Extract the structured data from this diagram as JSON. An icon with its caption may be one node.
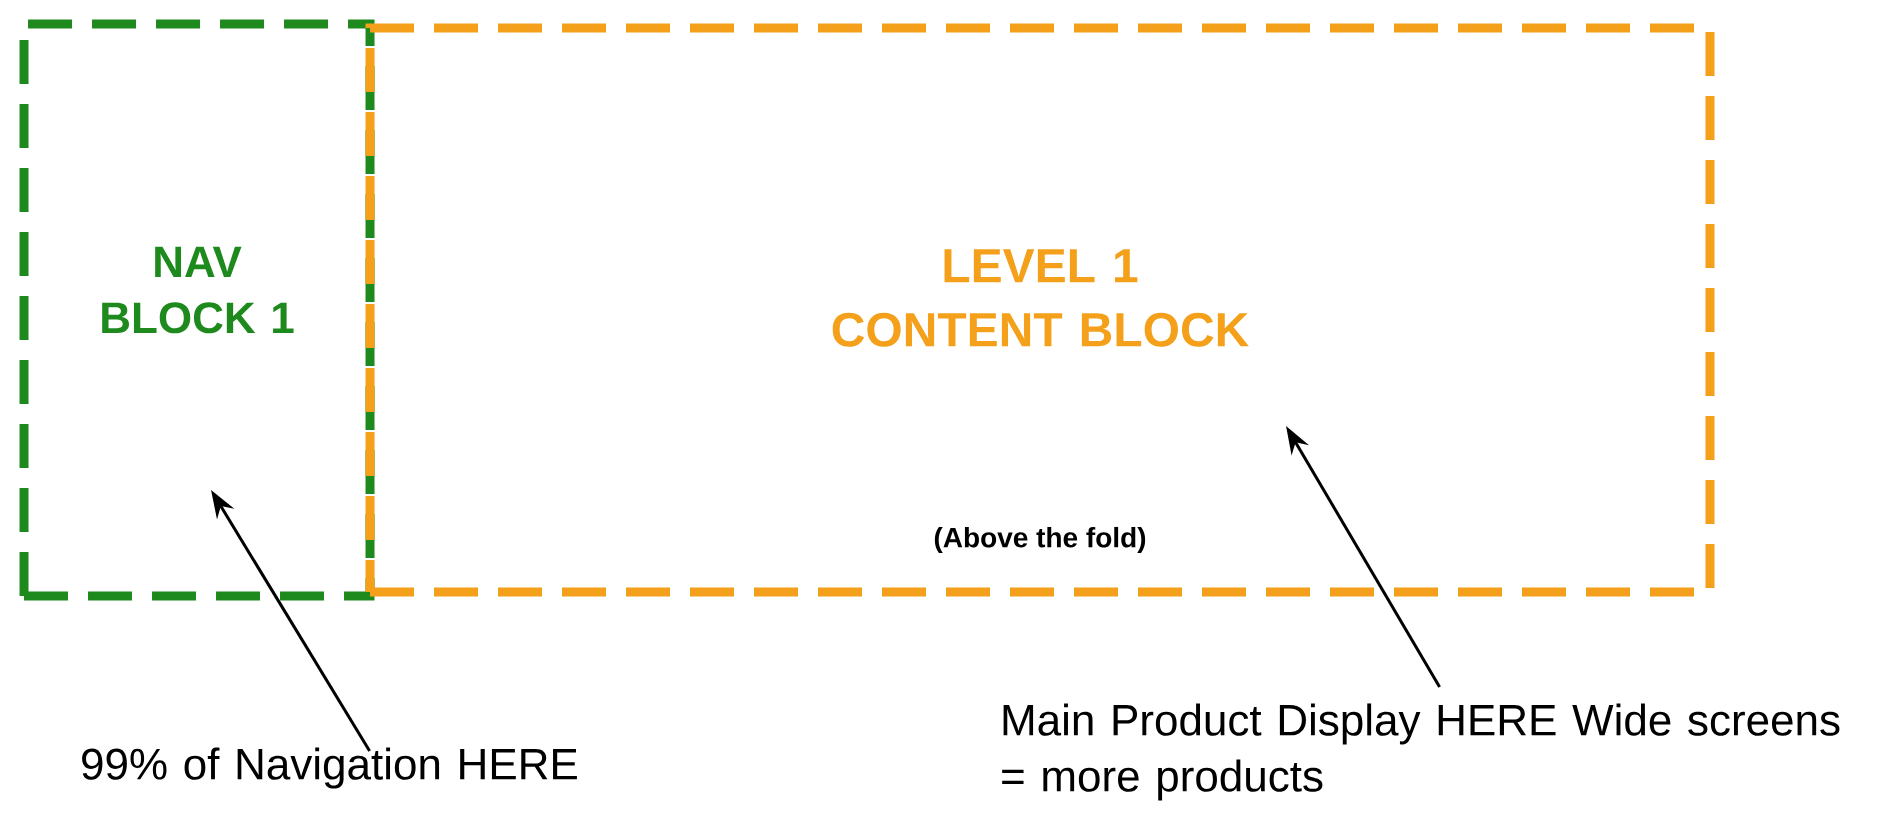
{
  "diagram": {
    "nodes": [
      {
        "text": [
          "NAV BLOCK 1"
        ]
      },
      {
        "text": [
          "LEVEL 1 CONTENT BLOCK",
          "(Above the fold)"
        ]
      },
      {
        "text": [
          "99% of Navigation HERE"
        ]
      },
      {
        "text": [
          "Main Product Display HERE Wide screens = more products"
        ]
      }
    ],
    "edges": [
      {
        "from": 2,
        "to": 0,
        "arrow": "to"
      },
      {
        "from": 3,
        "to": 1,
        "arrow": "to"
      }
    ]
  }
}
